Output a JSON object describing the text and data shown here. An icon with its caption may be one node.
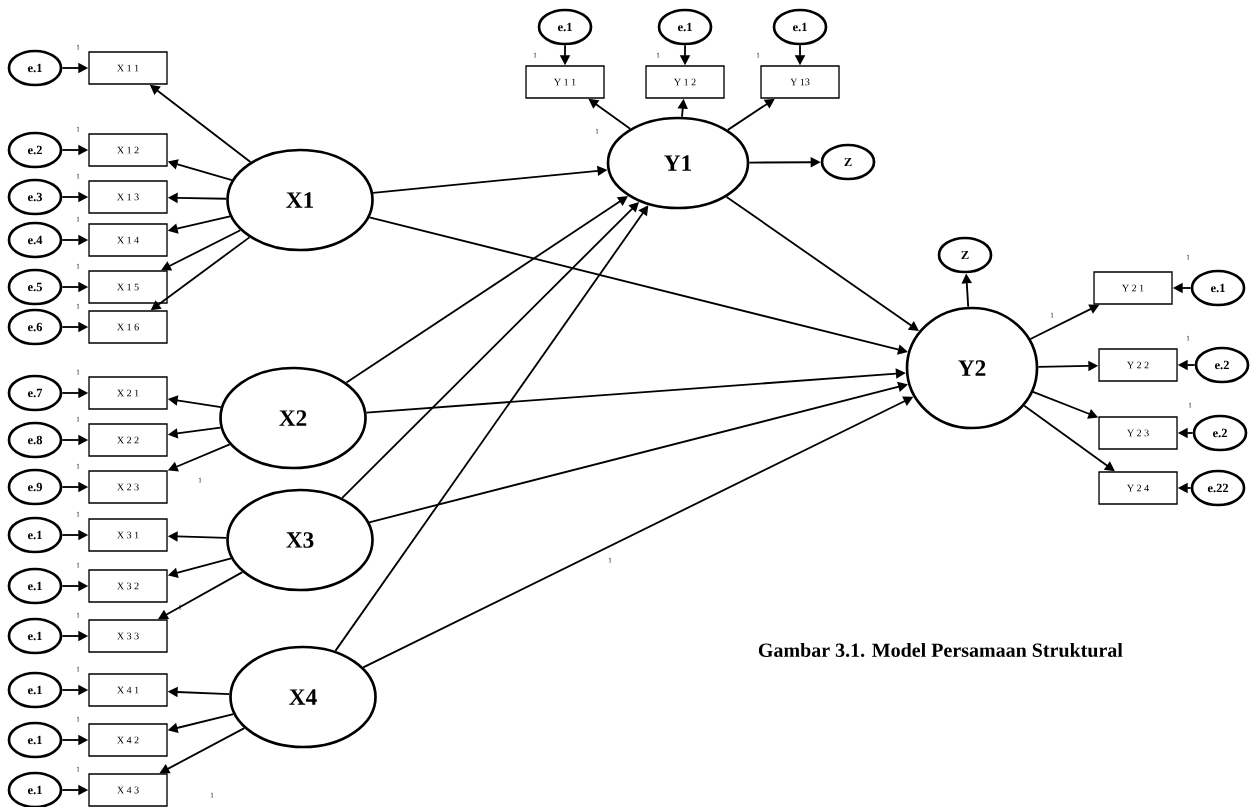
{
  "diagram": {
    "caption": "Gambar 3.1. Model Persamaan Struktural",
    "nodes": [
      {
        "text": [
          "X1"
        ]
      },
      {
        "text": [
          "X2"
        ]
      },
      {
        "text": [
          "X3"
        ]
      },
      {
        "text": [
          "X4"
        ]
      },
      {
        "text": [
          "Y1"
        ]
      },
      {
        "text": [
          "Y2"
        ]
      },
      {
        "text": [
          "X 1 1"
        ]
      },
      {
        "text": [
          "X 1 2"
        ]
      },
      {
        "text": [
          "X 1 3"
        ]
      },
      {
        "text": [
          "X 1 4"
        ]
      },
      {
        "text": [
          "X 1 5"
        ]
      },
      {
        "text": [
          "X 1 6"
        ]
      },
      {
        "text": [
          "X 2 1"
        ]
      },
      {
        "text": [
          "X 2 2"
        ]
      },
      {
        "text": [
          "X 2 3"
        ]
      },
      {
        "text": [
          "X 3 1"
        ]
      },
      {
        "text": [
          "X 3 2"
        ]
      },
      {
        "text": [
          "X 3 3"
        ]
      },
      {
        "text": [
          "X 4 1"
        ]
      },
      {
        "text": [
          "X 4 2"
        ]
      },
      {
        "text": [
          "X 4 3"
        ]
      },
      {
        "text": [
          "e.1"
        ]
      },
      {
        "text": [
          "e.2"
        ]
      },
      {
        "text": [
          "e.3"
        ]
      },
      {
        "text": [
          "e.4"
        ]
      },
      {
        "text": [
          "e.5"
        ]
      },
      {
        "text": [
          "e.6"
        ]
      },
      {
        "text": [
          "e.7"
        ]
      },
      {
        "text": [
          "e.8"
        ]
      },
      {
        "text": [
          "e.9"
        ]
      },
      {
        "text": [
          "e.1"
        ]
      },
      {
        "text": [
          "e.1"
        ]
      },
      {
        "text": [
          "e.1"
        ]
      },
      {
        "text": [
          "e.1"
        ]
      },
      {
        "text": [
          "e.1"
        ]
      },
      {
        "text": [
          "e.1"
        ]
      },
      {
        "text": [
          "Y 1 1"
        ]
      },
      {
        "text": [
          "Y 1 2"
        ]
      },
      {
        "text": [
          "Y 13"
        ]
      },
      {
        "text": [
          "e.1"
        ]
      },
      {
        "text": [
          "e.1"
        ]
      },
      {
        "text": [
          "e.1"
        ]
      },
      {
        "text": [
          "Z"
        ]
      },
      {
        "text": [
          "Z"
        ]
      },
      {
        "text": [
          "Y 2 1"
        ]
      },
      {
        "text": [
          "Y 2 2"
        ]
      },
      {
        "text": [
          "Y 2 3"
        ]
      },
      {
        "text": [
          "Y 2 4"
        ]
      },
      {
        "text": [
          "e.1"
        ]
      },
      {
        "text": [
          "e.2"
        ]
      },
      {
        "text": [
          "e.2"
        ]
      },
      {
        "text": [
          "e.22"
        ]
      }
    ],
    "edges": [
      {
        "from": 0,
        "to": 6,
        "arrow": "to"
      },
      {
        "from": 0,
        "to": 7,
        "arrow": "to"
      },
      {
        "from": 0,
        "to": 8,
        "arrow": "to"
      },
      {
        "from": 0,
        "to": 9,
        "arrow": "to"
      },
      {
        "from": 0,
        "to": 10,
        "arrow": "to"
      },
      {
        "from": 0,
        "to": 11,
        "arrow": "to"
      },
      {
        "from": 1,
        "to": 12,
        "arrow": "to"
      },
      {
        "from": 1,
        "to": 13,
        "arrow": "to"
      },
      {
        "from": 1,
        "to": 14,
        "arrow": "to"
      },
      {
        "from": 2,
        "to": 15,
        "arrow": "to"
      },
      {
        "from": 2,
        "to": 16,
        "arrow": "to"
      },
      {
        "from": 2,
        "to": 17,
        "arrow": "to"
      },
      {
        "from": 3,
        "to": 18,
        "arrow": "to"
      },
      {
        "from": 3,
        "to": 19,
        "arrow": "to"
      },
      {
        "from": 3,
        "to": 20,
        "arrow": "to"
      },
      {
        "from": 21,
        "to": 6,
        "arrow": "to"
      },
      {
        "from": 22,
        "to": 7,
        "arrow": "to"
      },
      {
        "from": 23,
        "to": 8,
        "arrow": "to"
      },
      {
        "from": 24,
        "to": 9,
        "arrow": "to"
      },
      {
        "from": 25,
        "to": 10,
        "arrow": "to"
      },
      {
        "from": 26,
        "to": 11,
        "arrow": "to"
      },
      {
        "from": 27,
        "to": 12,
        "arrow": "to"
      },
      {
        "from": 28,
        "to": 13,
        "arrow": "to"
      },
      {
        "from": 29,
        "to": 14,
        "arrow": "to"
      },
      {
        "from": 30,
        "to": 15,
        "arrow": "to"
      },
      {
        "from": 31,
        "to": 16,
        "arrow": "to"
      },
      {
        "from": 32,
        "to": 17,
        "arrow": "to"
      },
      {
        "from": 33,
        "to": 18,
        "arrow": "to"
      },
      {
        "from": 34,
        "to": 19,
        "arrow": "to"
      },
      {
        "from": 35,
        "to": 20,
        "arrow": "to"
      },
      {
        "from": 4,
        "to": 36,
        "arrow": "to"
      },
      {
        "from": 4,
        "to": 37,
        "arrow": "to"
      },
      {
        "from": 4,
        "to": 38,
        "arrow": "to"
      },
      {
        "from": 39,
        "to": 36,
        "arrow": "to"
      },
      {
        "from": 40,
        "to": 37,
        "arrow": "to"
      },
      {
        "from": 41,
        "to": 38,
        "arrow": "to"
      },
      {
        "from": 4,
        "to": 42,
        "arrow": "to"
      },
      {
        "from": 5,
        "to": 43,
        "arrow": "to"
      },
      {
        "from": 5,
        "to": 44,
        "arrow": "to"
      },
      {
        "from": 5,
        "to": 45,
        "arrow": "to"
      },
      {
        "from": 5,
        "to": 46,
        "arrow": "to"
      },
      {
        "from": 5,
        "to": 47,
        "arrow": "to"
      },
      {
        "from": 48,
        "to": 44,
        "arrow": "to"
      },
      {
        "from": 49,
        "to": 45,
        "arrow": "to"
      },
      {
        "from": 50,
        "to": 46,
        "arrow": "to"
      },
      {
        "from": 51,
        "to": 47,
        "arrow": "to"
      },
      {
        "from": 0,
        "to": 4,
        "arrow": "to"
      },
      {
        "from": 0,
        "to": 5,
        "arrow": "to"
      },
      {
        "from": 1,
        "to": 4,
        "arrow": "to"
      },
      {
        "from": 1,
        "to": 5,
        "arrow": "to"
      },
      {
        "from": 2,
        "to": 4,
        "arrow": "to"
      },
      {
        "from": 2,
        "to": 5,
        "arrow": "to"
      },
      {
        "from": 3,
        "to": 4,
        "arrow": "to"
      },
      {
        "from": 3,
        "to": 5,
        "arrow": "to"
      },
      {
        "from": 4,
        "to": 5,
        "arrow": "to"
      }
    ],
    "labels": [
      "1",
      "1",
      "1",
      "1",
      "1",
      "1",
      "1",
      "1",
      "1",
      "1",
      "1",
      "1",
      "1",
      "1",
      "1",
      "1",
      "1",
      "1",
      "1",
      "1",
      "1",
      "1",
      "1",
      "1",
      "1",
      "1",
      "1"
    ]
  }
}
